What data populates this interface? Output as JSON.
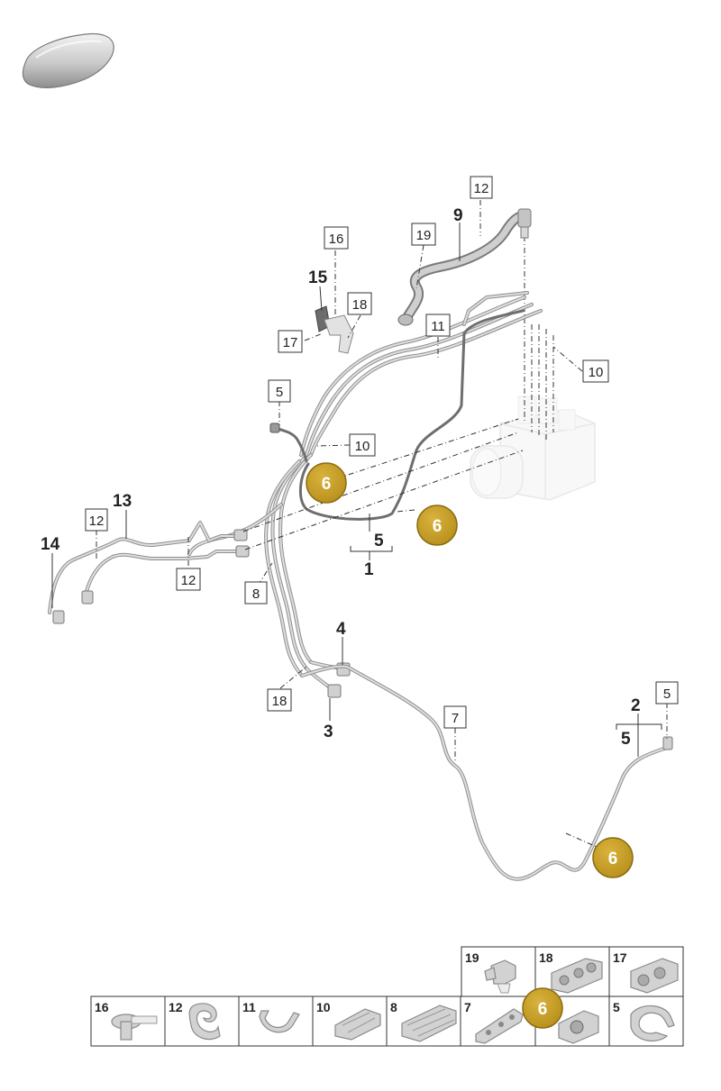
{
  "colors": {
    "badge": "#c8a02a",
    "badge_border": "#8a6d12",
    "pipe": "#8f8f8f",
    "line": "#333333"
  },
  "icons": {
    "car": "car-silhouette-icon",
    "abs_unit": "hydraulic-unit-ghost"
  },
  "bold_labels": [
    {
      "id": "9",
      "text": "9"
    },
    {
      "id": "15",
      "text": "15"
    },
    {
      "id": "13",
      "text": "13"
    },
    {
      "id": "14",
      "text": "14"
    },
    {
      "id": "5a",
      "text": "5"
    },
    {
      "id": "1",
      "text": "1"
    },
    {
      "id": "4",
      "text": "4"
    },
    {
      "id": "3",
      "text": "3"
    },
    {
      "id": "2",
      "text": "2"
    },
    {
      "id": "5b",
      "text": "5"
    }
  ],
  "box_labels": [
    {
      "id": "12a",
      "text": "12"
    },
    {
      "id": "19",
      "text": "19"
    },
    {
      "id": "16",
      "text": "16"
    },
    {
      "id": "18a",
      "text": "18"
    },
    {
      "id": "17",
      "text": "17"
    },
    {
      "id": "11",
      "text": "11"
    },
    {
      "id": "10a",
      "text": "10"
    },
    {
      "id": "5c",
      "text": "5"
    },
    {
      "id": "10b",
      "text": "10"
    },
    {
      "id": "12b",
      "text": "12"
    },
    {
      "id": "12c",
      "text": "12"
    },
    {
      "id": "8",
      "text": "8"
    },
    {
      "id": "18b",
      "text": "18"
    },
    {
      "id": "7",
      "text": "7"
    },
    {
      "id": "5d",
      "text": "5"
    }
  ],
  "badges": [
    {
      "id": "b1",
      "text": "6"
    },
    {
      "id": "b2",
      "text": "6"
    },
    {
      "id": "b3",
      "text": "6"
    },
    {
      "id": "b4",
      "text": "6"
    }
  ],
  "parts_grid": {
    "top_row": [
      {
        "id": "19",
        "text": "19"
      },
      {
        "id": "18",
        "text": "18"
      },
      {
        "id": "17",
        "text": "17"
      }
    ],
    "bottom_row": [
      {
        "id": "16",
        "text": "16"
      },
      {
        "id": "12",
        "text": "12"
      },
      {
        "id": "11",
        "text": "11"
      },
      {
        "id": "10",
        "text": "10"
      },
      {
        "id": "8",
        "text": "8"
      },
      {
        "id": "7",
        "text": "7"
      },
      {
        "id": "6",
        "text": ""
      },
      {
        "id": "5",
        "text": "5"
      }
    ]
  }
}
